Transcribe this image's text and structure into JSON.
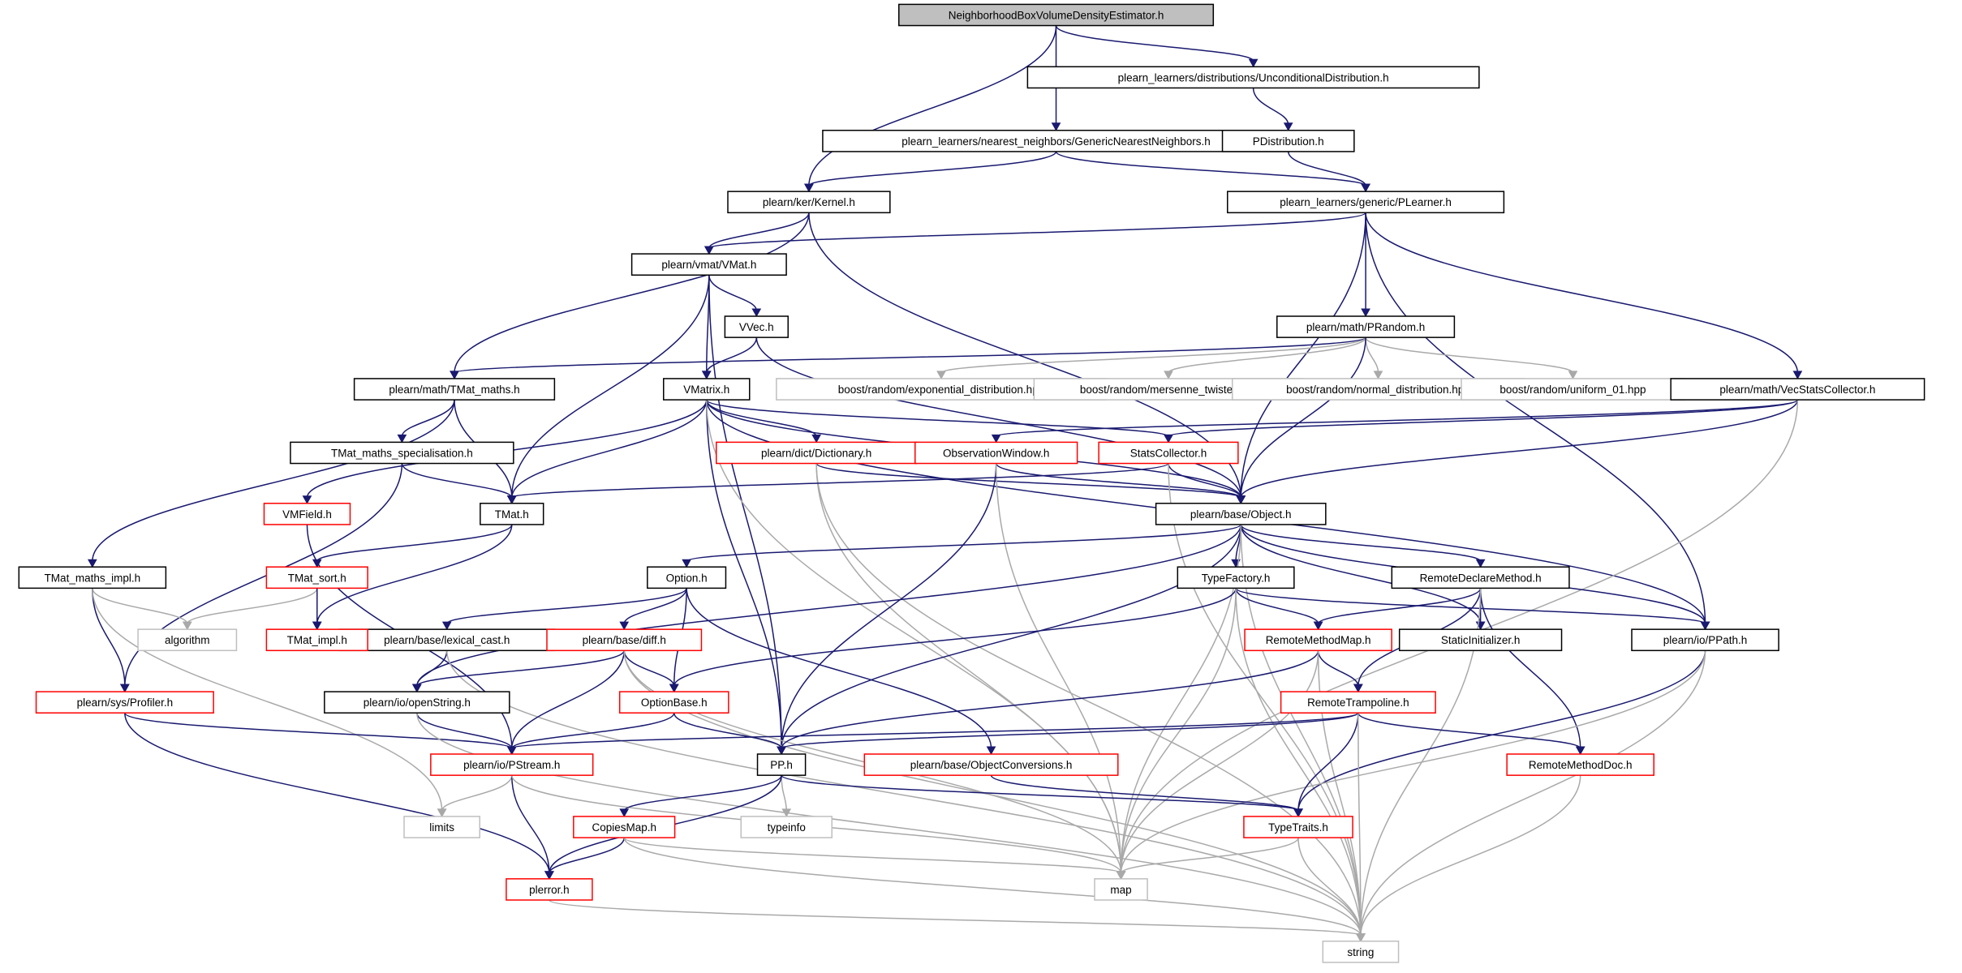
{
  "diagram": {
    "type": "include-dependency-graph",
    "colors": {
      "edge": "#191970",
      "edge_system": "#a9a9a9",
      "root_fill": "#bfbfbf",
      "node_border": "#000000",
      "node_border_truncated": "#ff0000",
      "node_border_system": "#bfbfbf"
    },
    "nodes": [
      {
        "id": "root",
        "label": "NeighborhoodBoxVolumeDensityEstimator.h",
        "style": "root"
      },
      {
        "id": "uncond",
        "label": "plearn_learners/distributions/UnconditionalDistribution.h",
        "style": "black"
      },
      {
        "id": "gnn",
        "label": "plearn_learners/nearest_neighbors/GenericNearestNeighbors.h",
        "style": "black"
      },
      {
        "id": "pdist",
        "label": "PDistribution.h",
        "style": "black"
      },
      {
        "id": "kernel",
        "label": "plearn/ker/Kernel.h",
        "style": "black"
      },
      {
        "id": "plearner",
        "label": "plearn_learners/generic/PLearner.h",
        "style": "black"
      },
      {
        "id": "vmat",
        "label": "plearn/vmat/VMat.h",
        "style": "black"
      },
      {
        "id": "vvec",
        "label": "VVec.h",
        "style": "black"
      },
      {
        "id": "prandom",
        "label": "plearn/math/PRandom.h",
        "style": "black"
      },
      {
        "id": "tmatmaths",
        "label": "plearn/math/TMat_maths.h",
        "style": "black"
      },
      {
        "id": "vmatrix",
        "label": "VMatrix.h",
        "style": "black"
      },
      {
        "id": "bexp",
        "label": "boost/random/exponential_distribution.hpp",
        "style": "gray"
      },
      {
        "id": "bmt",
        "label": "boost/random/mersenne_twister.hpp",
        "style": "gray"
      },
      {
        "id": "bnorm",
        "label": "boost/random/normal_distribution.hpp",
        "style": "gray"
      },
      {
        "id": "buni",
        "label": "boost/random/uniform_01.hpp",
        "style": "gray"
      },
      {
        "id": "vecstats",
        "label": "plearn/math/VecStatsCollector.h",
        "style": "black"
      },
      {
        "id": "tmatspec",
        "label": "TMat_maths_specialisation.h",
        "style": "black"
      },
      {
        "id": "dict",
        "label": "plearn/dict/Dictionary.h",
        "style": "red"
      },
      {
        "id": "obswin",
        "label": "ObservationWindow.h",
        "style": "red"
      },
      {
        "id": "statscol",
        "label": "StatsCollector.h",
        "style": "red"
      },
      {
        "id": "vmfield",
        "label": "VMField.h",
        "style": "red"
      },
      {
        "id": "tmat",
        "label": "TMat.h",
        "style": "black"
      },
      {
        "id": "object",
        "label": "plearn/base/Object.h",
        "style": "black"
      },
      {
        "id": "tmatimpl",
        "label": "TMat_maths_impl.h",
        "style": "black"
      },
      {
        "id": "tmatsort",
        "label": "TMat_sort.h",
        "style": "red"
      },
      {
        "id": "option",
        "label": "Option.h",
        "style": "black"
      },
      {
        "id": "typefactory",
        "label": "TypeFactory.h",
        "style": "black"
      },
      {
        "id": "rdm",
        "label": "RemoteDeclareMethod.h",
        "style": "black"
      },
      {
        "id": "algorithm",
        "label": "algorithm",
        "style": "gray"
      },
      {
        "id": "lexcast",
        "label": "plearn/base/lexical_cast.h",
        "style": "black"
      },
      {
        "id": "diff",
        "label": "plearn/base/diff.h",
        "style": "red"
      },
      {
        "id": "rmm",
        "label": "RemoteMethodMap.h",
        "style": "red"
      },
      {
        "id": "staticinit",
        "label": "StaticInitializer.h",
        "style": "black"
      },
      {
        "id": "ppath",
        "label": "plearn/io/PPath.h",
        "style": "black"
      },
      {
        "id": "tmatimplh",
        "label": "TMat_impl.h",
        "style": "red"
      },
      {
        "id": "profiler",
        "label": "plearn/sys/Profiler.h",
        "style": "red"
      },
      {
        "id": "openstring",
        "label": "plearn/io/openString.h",
        "style": "black"
      },
      {
        "id": "optionbase",
        "label": "OptionBase.h",
        "style": "red"
      },
      {
        "id": "rtramp",
        "label": "RemoteTrampoline.h",
        "style": "red"
      },
      {
        "id": "pstream",
        "label": "plearn/io/PStream.h",
        "style": "red"
      },
      {
        "id": "pp",
        "label": "PP.h",
        "style": "black"
      },
      {
        "id": "objconv",
        "label": "plearn/base/ObjectConversions.h",
        "style": "red"
      },
      {
        "id": "rmdoc",
        "label": "RemoteMethodDoc.h",
        "style": "red"
      },
      {
        "id": "limits",
        "label": "limits",
        "style": "gray"
      },
      {
        "id": "copiesmap",
        "label": "CopiesMap.h",
        "style": "red"
      },
      {
        "id": "typeinfo",
        "label": "typeinfo",
        "style": "gray"
      },
      {
        "id": "typetraits",
        "label": "TypeTraits.h",
        "style": "red"
      },
      {
        "id": "perror",
        "label": "plerror.h",
        "style": "red"
      },
      {
        "id": "map",
        "label": "map",
        "style": "gray"
      },
      {
        "id": "string",
        "label": "string",
        "style": "gray"
      }
    ],
    "edges": [
      [
        "root",
        "kernel"
      ],
      [
        "root",
        "gnn"
      ],
      [
        "root",
        "uncond"
      ],
      [
        "uncond",
        "pdist"
      ],
      [
        "pdist",
        "plearner"
      ],
      [
        "gnn",
        "kernel"
      ],
      [
        "gnn",
        "plearner"
      ],
      [
        "kernel",
        "tmatmaths"
      ],
      [
        "kernel",
        "vmat"
      ],
      [
        "kernel",
        "object"
      ],
      [
        "plearner",
        "vmat"
      ],
      [
        "plearner",
        "prandom"
      ],
      [
        "plearner",
        "vecstats"
      ],
      [
        "plearner",
        "object"
      ],
      [
        "plearner",
        "ppath"
      ],
      [
        "vmat",
        "tmat"
      ],
      [
        "vmat",
        "vvec"
      ],
      [
        "vmat",
        "vmatrix"
      ],
      [
        "vmat",
        "pp"
      ],
      [
        "vvec",
        "vmatrix"
      ],
      [
        "vvec",
        "object"
      ],
      [
        "prandom",
        "tmatmaths"
      ],
      [
        "prandom",
        "bexp"
      ],
      [
        "prandom",
        "bmt"
      ],
      [
        "prandom",
        "bnorm"
      ],
      [
        "prandom",
        "buni"
      ],
      [
        "prandom",
        "object"
      ],
      [
        "tmatmaths",
        "tmatspec"
      ],
      [
        "tmatmaths",
        "tmat"
      ],
      [
        "tmatmaths",
        "tmatimpl"
      ],
      [
        "vmatrix",
        "vmfield"
      ],
      [
        "vmatrix",
        "tmat"
      ],
      [
        "vmatrix",
        "dict"
      ],
      [
        "vmatrix",
        "statscol"
      ],
      [
        "vmatrix",
        "object"
      ],
      [
        "vmatrix",
        "ppath"
      ],
      [
        "vmatrix",
        "pp"
      ],
      [
        "vmatrix",
        "map"
      ],
      [
        "vecstats",
        "obswin"
      ],
      [
        "vecstats",
        "statscol"
      ],
      [
        "vecstats",
        "object"
      ],
      [
        "vecstats",
        "map"
      ],
      [
        "tmatspec",
        "tmat"
      ],
      [
        "tmatspec",
        "profiler"
      ],
      [
        "dict",
        "object"
      ],
      [
        "dict",
        "map"
      ],
      [
        "dict",
        "string"
      ],
      [
        "obswin",
        "object"
      ],
      [
        "obswin",
        "pp"
      ],
      [
        "obswin",
        "map"
      ],
      [
        "statscol",
        "tmat"
      ],
      [
        "statscol",
        "object"
      ],
      [
        "statscol",
        "string"
      ],
      [
        "vmfield",
        "pstream"
      ],
      [
        "tmat",
        "tmatsort"
      ],
      [
        "tmat",
        "tmatimplh"
      ],
      [
        "object",
        "option"
      ],
      [
        "object",
        "openstring"
      ],
      [
        "object",
        "typefactory"
      ],
      [
        "object",
        "rdm"
      ],
      [
        "object",
        "staticinit"
      ],
      [
        "object",
        "ppath"
      ],
      [
        "object",
        "pp"
      ],
      [
        "object",
        "map"
      ],
      [
        "object",
        "string"
      ],
      [
        "tmatimpl",
        "algorithm"
      ],
      [
        "tmatimpl",
        "profiler"
      ],
      [
        "tmatimpl",
        "limits"
      ],
      [
        "tmatsort",
        "algorithm"
      ],
      [
        "tmatsort",
        "tmatimplh"
      ],
      [
        "option",
        "lexcast"
      ],
      [
        "option",
        "diff"
      ],
      [
        "option",
        "optionbase"
      ],
      [
        "option",
        "objconv"
      ],
      [
        "typefactory",
        "rmm"
      ],
      [
        "typefactory",
        "optionbase"
      ],
      [
        "typefactory",
        "ppath"
      ],
      [
        "typefactory",
        "map"
      ],
      [
        "typefactory",
        "string"
      ],
      [
        "rdm",
        "rmm"
      ],
      [
        "rdm",
        "staticinit"
      ],
      [
        "rdm",
        "rtramp"
      ],
      [
        "rdm",
        "rmdoc"
      ],
      [
        "rdm",
        "string"
      ],
      [
        "lexcast",
        "openstring"
      ],
      [
        "lexcast",
        "string"
      ],
      [
        "diff",
        "openstring"
      ],
      [
        "diff",
        "optionbase"
      ],
      [
        "diff",
        "pstream"
      ],
      [
        "diff",
        "map"
      ],
      [
        "diff",
        "string"
      ],
      [
        "rmm",
        "rtramp"
      ],
      [
        "rmm",
        "pp"
      ],
      [
        "rmm",
        "map"
      ],
      [
        "rmm",
        "string"
      ],
      [
        "ppath",
        "typetraits"
      ],
      [
        "ppath",
        "map"
      ],
      [
        "ppath",
        "string"
      ],
      [
        "profiler",
        "pstream"
      ],
      [
        "profiler",
        "perror"
      ],
      [
        "openstring",
        "pstream"
      ],
      [
        "openstring",
        "string"
      ],
      [
        "optionbase",
        "pstream"
      ],
      [
        "optionbase",
        "pp"
      ],
      [
        "rtramp",
        "pstream"
      ],
      [
        "rtramp",
        "pp"
      ],
      [
        "rtramp",
        "typetraits"
      ],
      [
        "rtramp",
        "rmdoc"
      ],
      [
        "rtramp",
        "string"
      ],
      [
        "pstream",
        "limits"
      ],
      [
        "pstream",
        "perror"
      ],
      [
        "pstream",
        "map"
      ],
      [
        "pp",
        "copiesmap"
      ],
      [
        "pp",
        "typeinfo"
      ],
      [
        "pp",
        "typetraits"
      ],
      [
        "pp",
        "perror"
      ],
      [
        "objconv",
        "typetraits"
      ],
      [
        "rmdoc",
        "string"
      ],
      [
        "copiesmap",
        "perror"
      ],
      [
        "copiesmap",
        "map"
      ],
      [
        "copiesmap",
        "string"
      ],
      [
        "typetraits",
        "map"
      ],
      [
        "typetraits",
        "string"
      ],
      [
        "perror",
        "string"
      ]
    ]
  }
}
